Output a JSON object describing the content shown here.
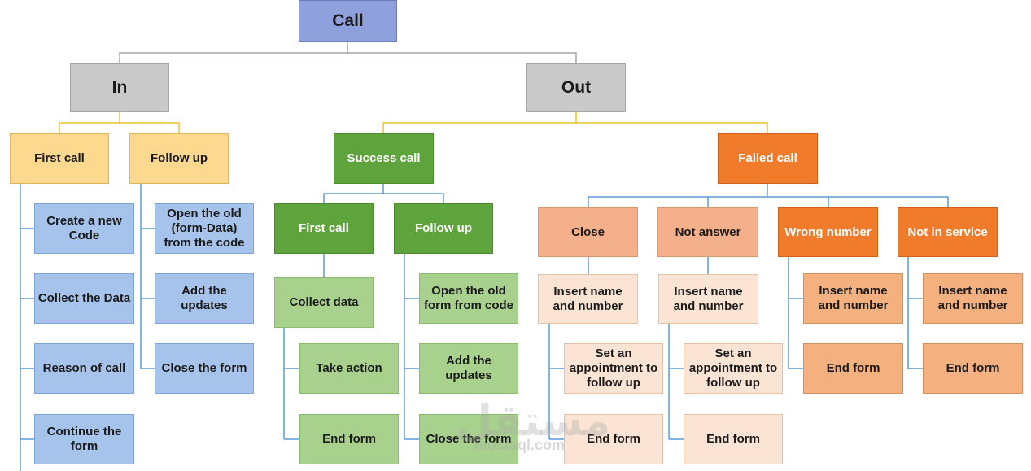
{
  "nodes": {
    "call": "Call",
    "in": "In",
    "out": "Out",
    "in_first_call": "First call",
    "in_follow_up": "Follow up",
    "create_new_code": "Create a new Code",
    "collect_the_data": "Collect the Data",
    "reason_of_call": "Reason of call",
    "continue_the_form": "Continue the form",
    "open_old_form_data": "Open the old (form-Data) from the code",
    "in_add_updates": "Add the updates",
    "in_close_form": "Close the form",
    "success_call": "Success call",
    "failed_call": "Failed call",
    "out_first_call": "First call",
    "out_follow_up": "Follow up",
    "collect_data": "Collect data",
    "take_action": "Take action",
    "out_end_form": "End form",
    "open_old_form_code": "Open the old form from code",
    "out_add_updates": "Add the updates",
    "out_close_form": "Close the form",
    "close": "Close",
    "not_answer": "Not answer",
    "wrong_number": "Wrong number",
    "not_in_service": "Not in service",
    "close_insert": "Insert name and number",
    "close_appointment": "Set an appointment to follow up",
    "close_end": "End form",
    "na_insert": "Insert name and number",
    "na_appointment": "Set an appointment to follow up",
    "na_end": "End form",
    "wn_insert": "Insert name and number",
    "wn_end": "End form",
    "nis_insert": "Insert name and number",
    "nis_end": "End form"
  },
  "colors": {
    "root": "#8ea1dd",
    "level1": "#c9c9c9",
    "in_branch": "#fdd88f",
    "in_leaf": "#a6c3ec",
    "success": "#5fa33d",
    "success_leaf": "#a8d18d",
    "failed": "#ef7b2b",
    "connector_grey": "#a6a6a6",
    "connector_yellow": "#f2c12e",
    "connector_blue": "#5b9bd5"
  },
  "watermark": {
    "logo_text": "مستقل",
    "site": "mostaql.com"
  }
}
